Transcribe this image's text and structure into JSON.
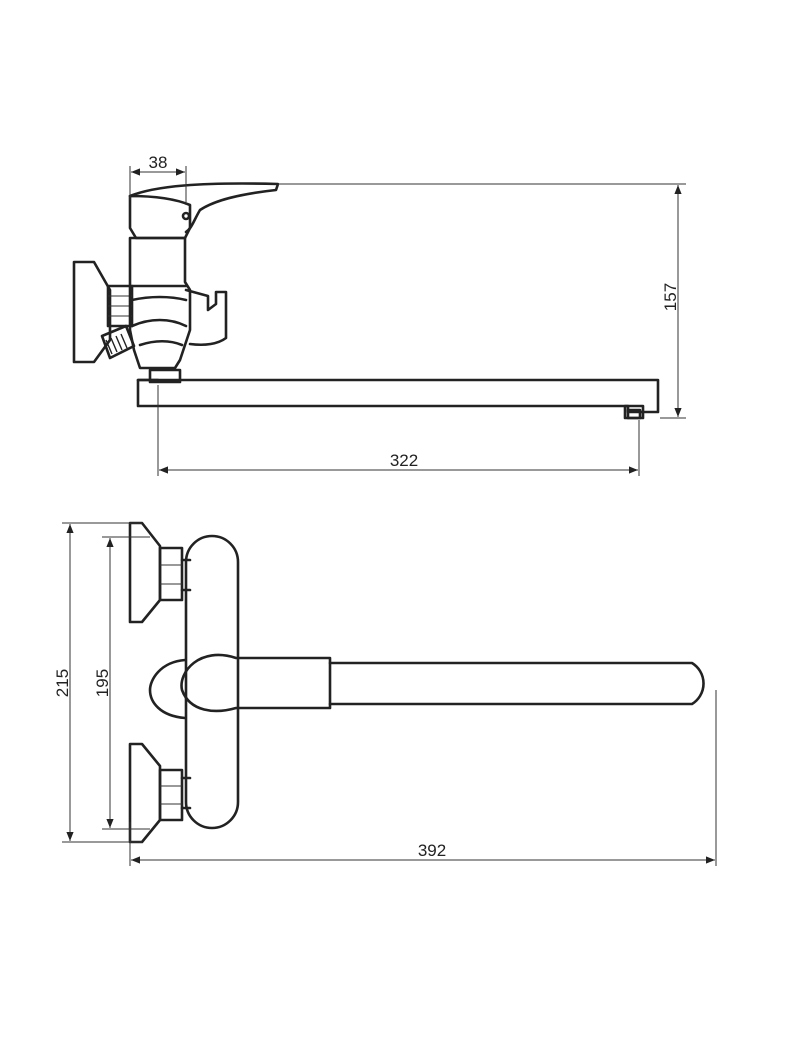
{
  "drawing": {
    "side_view": {
      "dim_handle_width": "38",
      "dim_height": "157",
      "dim_spout_reach": "322"
    },
    "top_view": {
      "dim_overall_height": "215",
      "dim_inlet_spacing": "195",
      "dim_overall_length": "392"
    },
    "colors": {
      "line": "#222222",
      "background": "#ffffff"
    }
  }
}
